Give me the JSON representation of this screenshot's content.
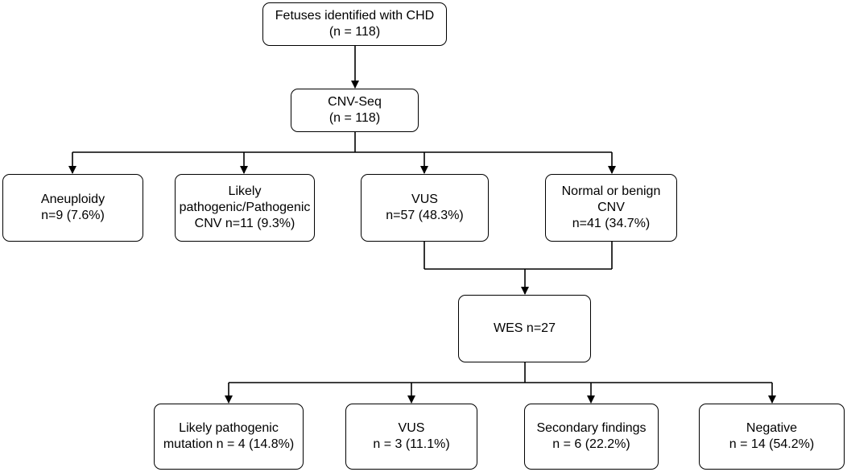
{
  "nodes": {
    "root": {
      "line1": "Fetuses identified with CHD",
      "line2": "(n = 118)"
    },
    "cnvseq": {
      "line1": "CNV-Seq",
      "line2": "(n = 118)"
    },
    "aneuploidy": {
      "line1": "Aneuploidy",
      "line2": "n=9 (7.6%)"
    },
    "pathogenic": {
      "line1": "Likely",
      "line2": "pathogenic/Pathogenic",
      "line3": "CNV n=11 (9.3%)"
    },
    "vus1": {
      "line1": "VUS",
      "line2": "n=57 (48.3%)"
    },
    "normal": {
      "line1": "Normal or benign",
      "line2": "CNV",
      "line3": "n=41 (34.7%)"
    },
    "wes": {
      "line1": "WES n=27"
    },
    "lpm": {
      "line1": "Likely pathogenic",
      "line2": "mutation n = 4 (14.8%)"
    },
    "vus2": {
      "line1": "VUS",
      "line2": "n = 3 (11.1%)"
    },
    "secondary": {
      "line1": "Secondary findings",
      "line2": "n = 6 (22.2%)"
    },
    "negative": {
      "line1": "Negative",
      "line2": "n = 14 (54.2%)"
    }
  }
}
